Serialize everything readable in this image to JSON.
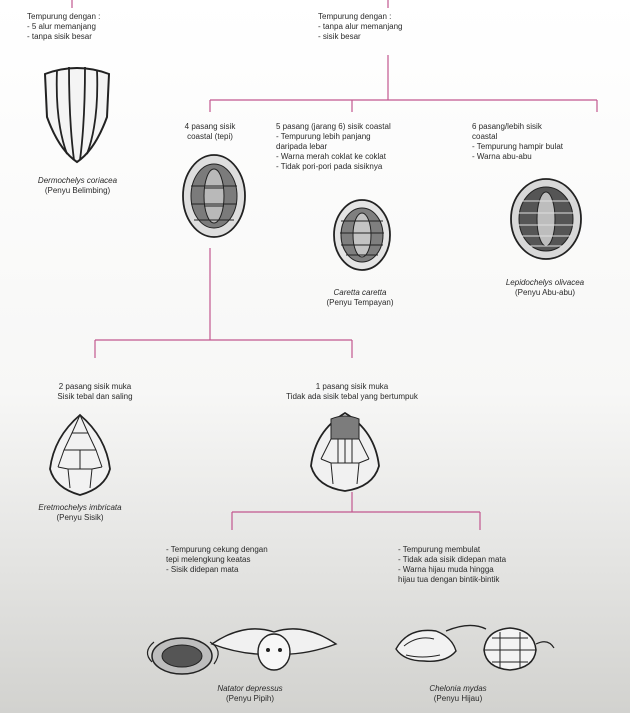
{
  "colors": {
    "connector": "#c2578f",
    "shell_dark": "#6a6a6a",
    "shell_light": "#e6e6e6",
    "ink": "#2a2a2a"
  },
  "top": {
    "left": {
      "heading": "Tempurung dengan :",
      "points": [
        "- 5 alur memanjang",
        "- tanpa sisik besar"
      ]
    },
    "right": {
      "heading": "Tempurung dengan :",
      "points": [
        "- tanpa alur memanjang",
        "- sisik besar"
      ]
    }
  },
  "leatherback": {
    "species": "Dermochelys coriacea",
    "common": "(Penyu Belimbing)"
  },
  "branch_a": {
    "lines": [
      "4 pasang sisik",
      "coastal (tepi)"
    ]
  },
  "branch_b": {
    "lines": [
      "5 pasang (jarang 6) sisik coastal",
      "- Tempurung lebih panjang",
      "  daripada lebar",
      "- Warna merah coklat ke coklat",
      "- Tidak pori-pori pada sisiknya"
    ],
    "species": "Caretta caretta",
    "common": "(Penyu Tempayan)"
  },
  "branch_c": {
    "lines": [
      "6 pasang/lebih sisik",
      "coastal",
      "- Tempurung hampir bulat",
      "- Warna abu-abu"
    ],
    "species": "Lepidochelys olivacea",
    "common": "(Penyu Abu-abu)"
  },
  "hawksbill": {
    "lines": [
      "2 pasang sisik muka",
      "Sisik tebal dan saling"
    ],
    "species": "Eretmochelys imbricata",
    "common": "(Penyu Sisik)"
  },
  "one_pair": {
    "lines": [
      "1 pasang sisik muka",
      "Tidak ada sisik tebal yang bertumpuk"
    ]
  },
  "flatback": {
    "lines": [
      "- Tempurung cekung dengan",
      "  tepi melengkung keatas",
      "- Sisik didepan mata"
    ],
    "species": "Natator depressus",
    "common": "(Penyu Pipih)"
  },
  "green": {
    "lines": [
      "- Tempurung membulat",
      "- Tidak ada sisik didepan mata",
      "- Warna hijau muda hingga",
      "  hijau tua dengan bintik-bintik"
    ],
    "species": "Chelonia mydas",
    "common": "(Penyu Hijau)"
  }
}
